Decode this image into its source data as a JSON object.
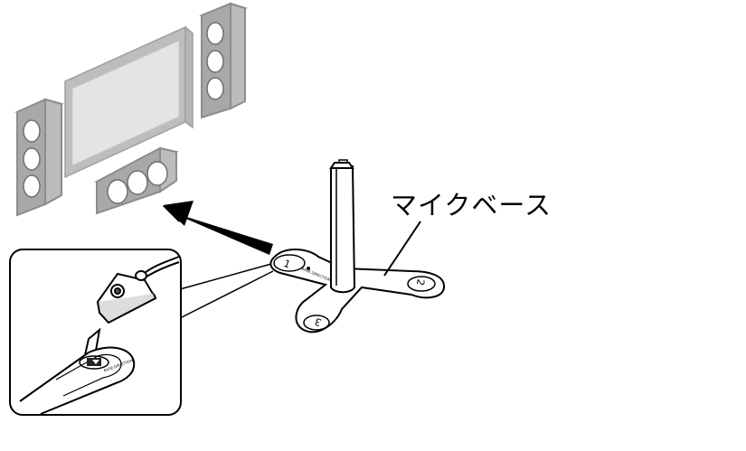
{
  "diagram": {
    "callout_label": "マイクベース",
    "base_numbers": [
      "1",
      "2",
      "3"
    ],
    "base_direction_text": "BASE DIRECTION",
    "mic_direction_text": "BASE DIRECTION"
  },
  "colors": {
    "line": "#000000",
    "speaker_fill": "#a8a8a8",
    "speaker_stroke": "#8c8c8c",
    "tv_frame": "#bdbdbd",
    "tv_screen": "#e2e2e2",
    "arrow": "#000000"
  }
}
